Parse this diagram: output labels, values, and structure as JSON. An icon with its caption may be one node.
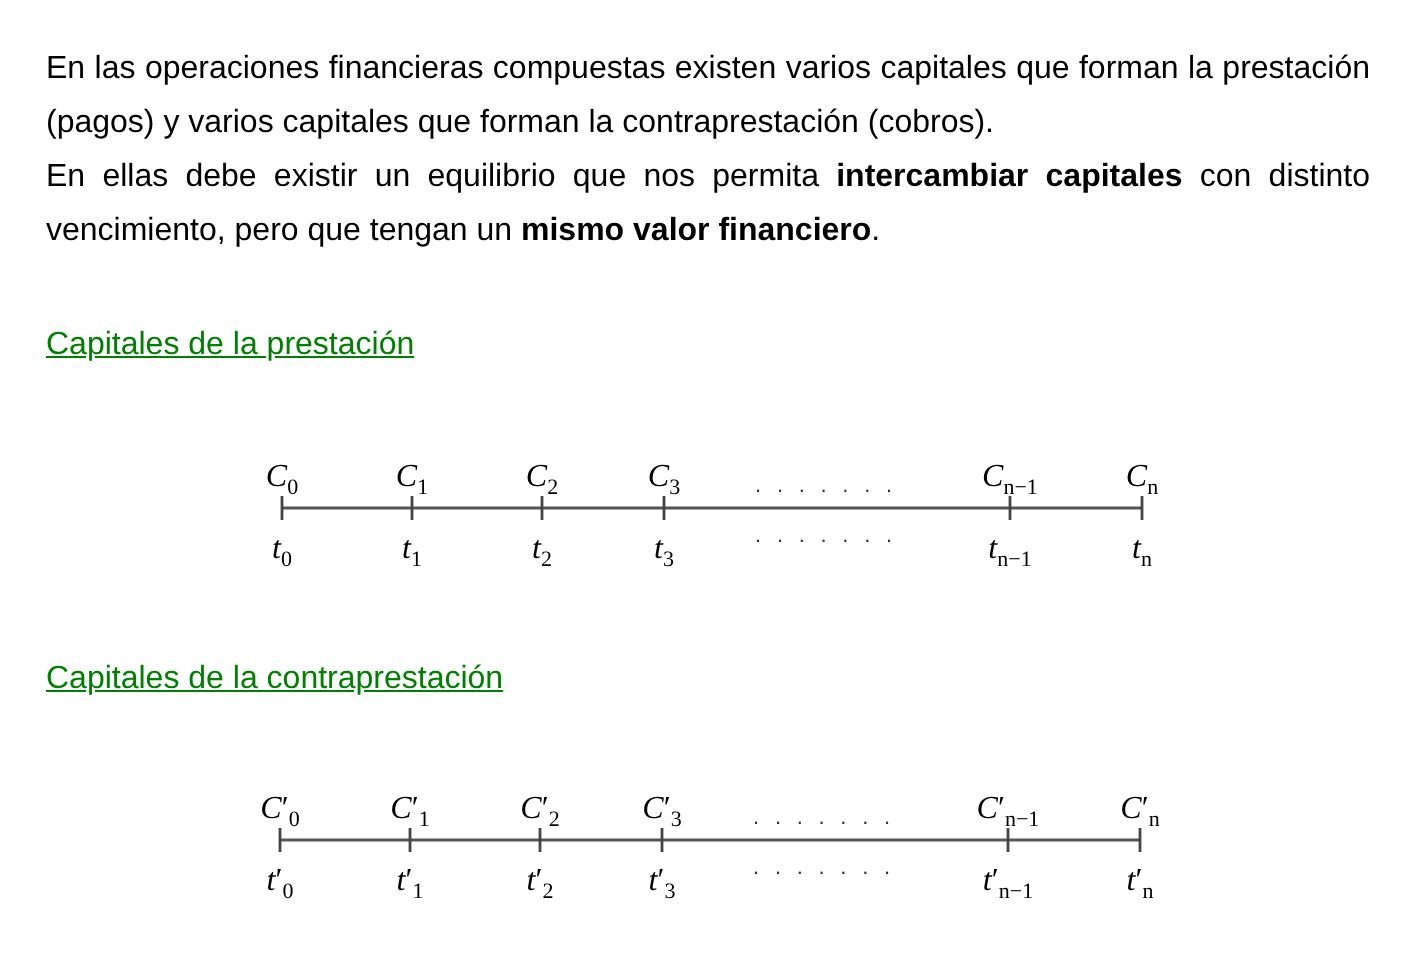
{
  "diagram": {
    "labels": [
      "En las operaciones financieras compuestas existen varios capitales que forman la prestación (pagos) y varios capitales que forman la contraprestación (cobros).",
      "En ellas debe existir un equilibrio que nos permita **intercambiar capitales** con distinto vencimiento, pero que tengan un **mismo valor financiero**.",
      "Capitales de la prestación",
      "*C*$_{0}$",
      "*C*$_{1}$",
      "*C*$_{2}$",
      "*C*$_{3}$",
      ". . . . . . .",
      "*C*$_{n−1}$",
      "*C*$_{n}$",
      "*t*$_{0}$",
      "*t*$_{1}$",
      "*t*$_{2}$",
      "*t*$_{3}$",
      ". . . . . . .",
      "*t*$_{n−1}$",
      "*t*$_{n}$",
      "Capitales de la contraprestación",
      "*C*′$_{0}$",
      "*C*′$_{1}$",
      "*C*′$_{2}$",
      "*C*′$_{3}$",
      ". . . . . . .",
      "*C*′$_{n−1}$",
      "*C*′$_{n}$",
      "*t*′$_{0}$",
      "*t*′$_{1}$",
      "*t*′$_{2}$",
      "*t*′$_{3}$",
      ". . . . . . .",
      "*t*′$_{n−1}$",
      "*t*′$_{n}$"
    ]
  }
}
